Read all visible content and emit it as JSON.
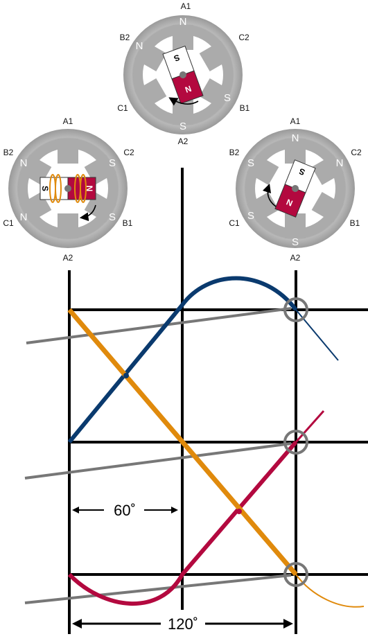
{
  "motors": {
    "top": {
      "labels": {
        "a1": "A1",
        "a2": "A2",
        "b1": "B1",
        "b2": "B2",
        "c1": "C1",
        "c2": "C2"
      },
      "poles": {
        "p1": "N",
        "p2": "N",
        "p3": "S",
        "p4": "S"
      },
      "magnet": {
        "s": "S",
        "n": "N"
      }
    },
    "left": {
      "labels": {
        "a1": "A1",
        "a2": "A2",
        "b1": "B1",
        "b2": "B2",
        "c1": "C1",
        "c2": "C2"
      },
      "poles": {
        "p1": "N",
        "p2": "N",
        "p3": "S",
        "p4": "S"
      },
      "magnet": {
        "s": "S",
        "n": "N"
      }
    },
    "right": {
      "labels": {
        "a1": "A1",
        "a2": "A2",
        "b1": "B1",
        "b2": "B2",
        "c1": "C1",
        "c2": "C2"
      },
      "poles": {
        "p1": "N",
        "p2": "N",
        "p3": "S",
        "p4": "S",
        "p5": "S"
      },
      "magnet": {
        "s": "S",
        "n": "N"
      }
    }
  },
  "angles": {
    "sixty": "60˚",
    "one_twenty": "120˚"
  },
  "colors": {
    "blue": "#0a3a6e",
    "red": "#b3093f",
    "orange": "#e08a0c",
    "gray": "#777777",
    "stator": "#b3b3b3"
  }
}
